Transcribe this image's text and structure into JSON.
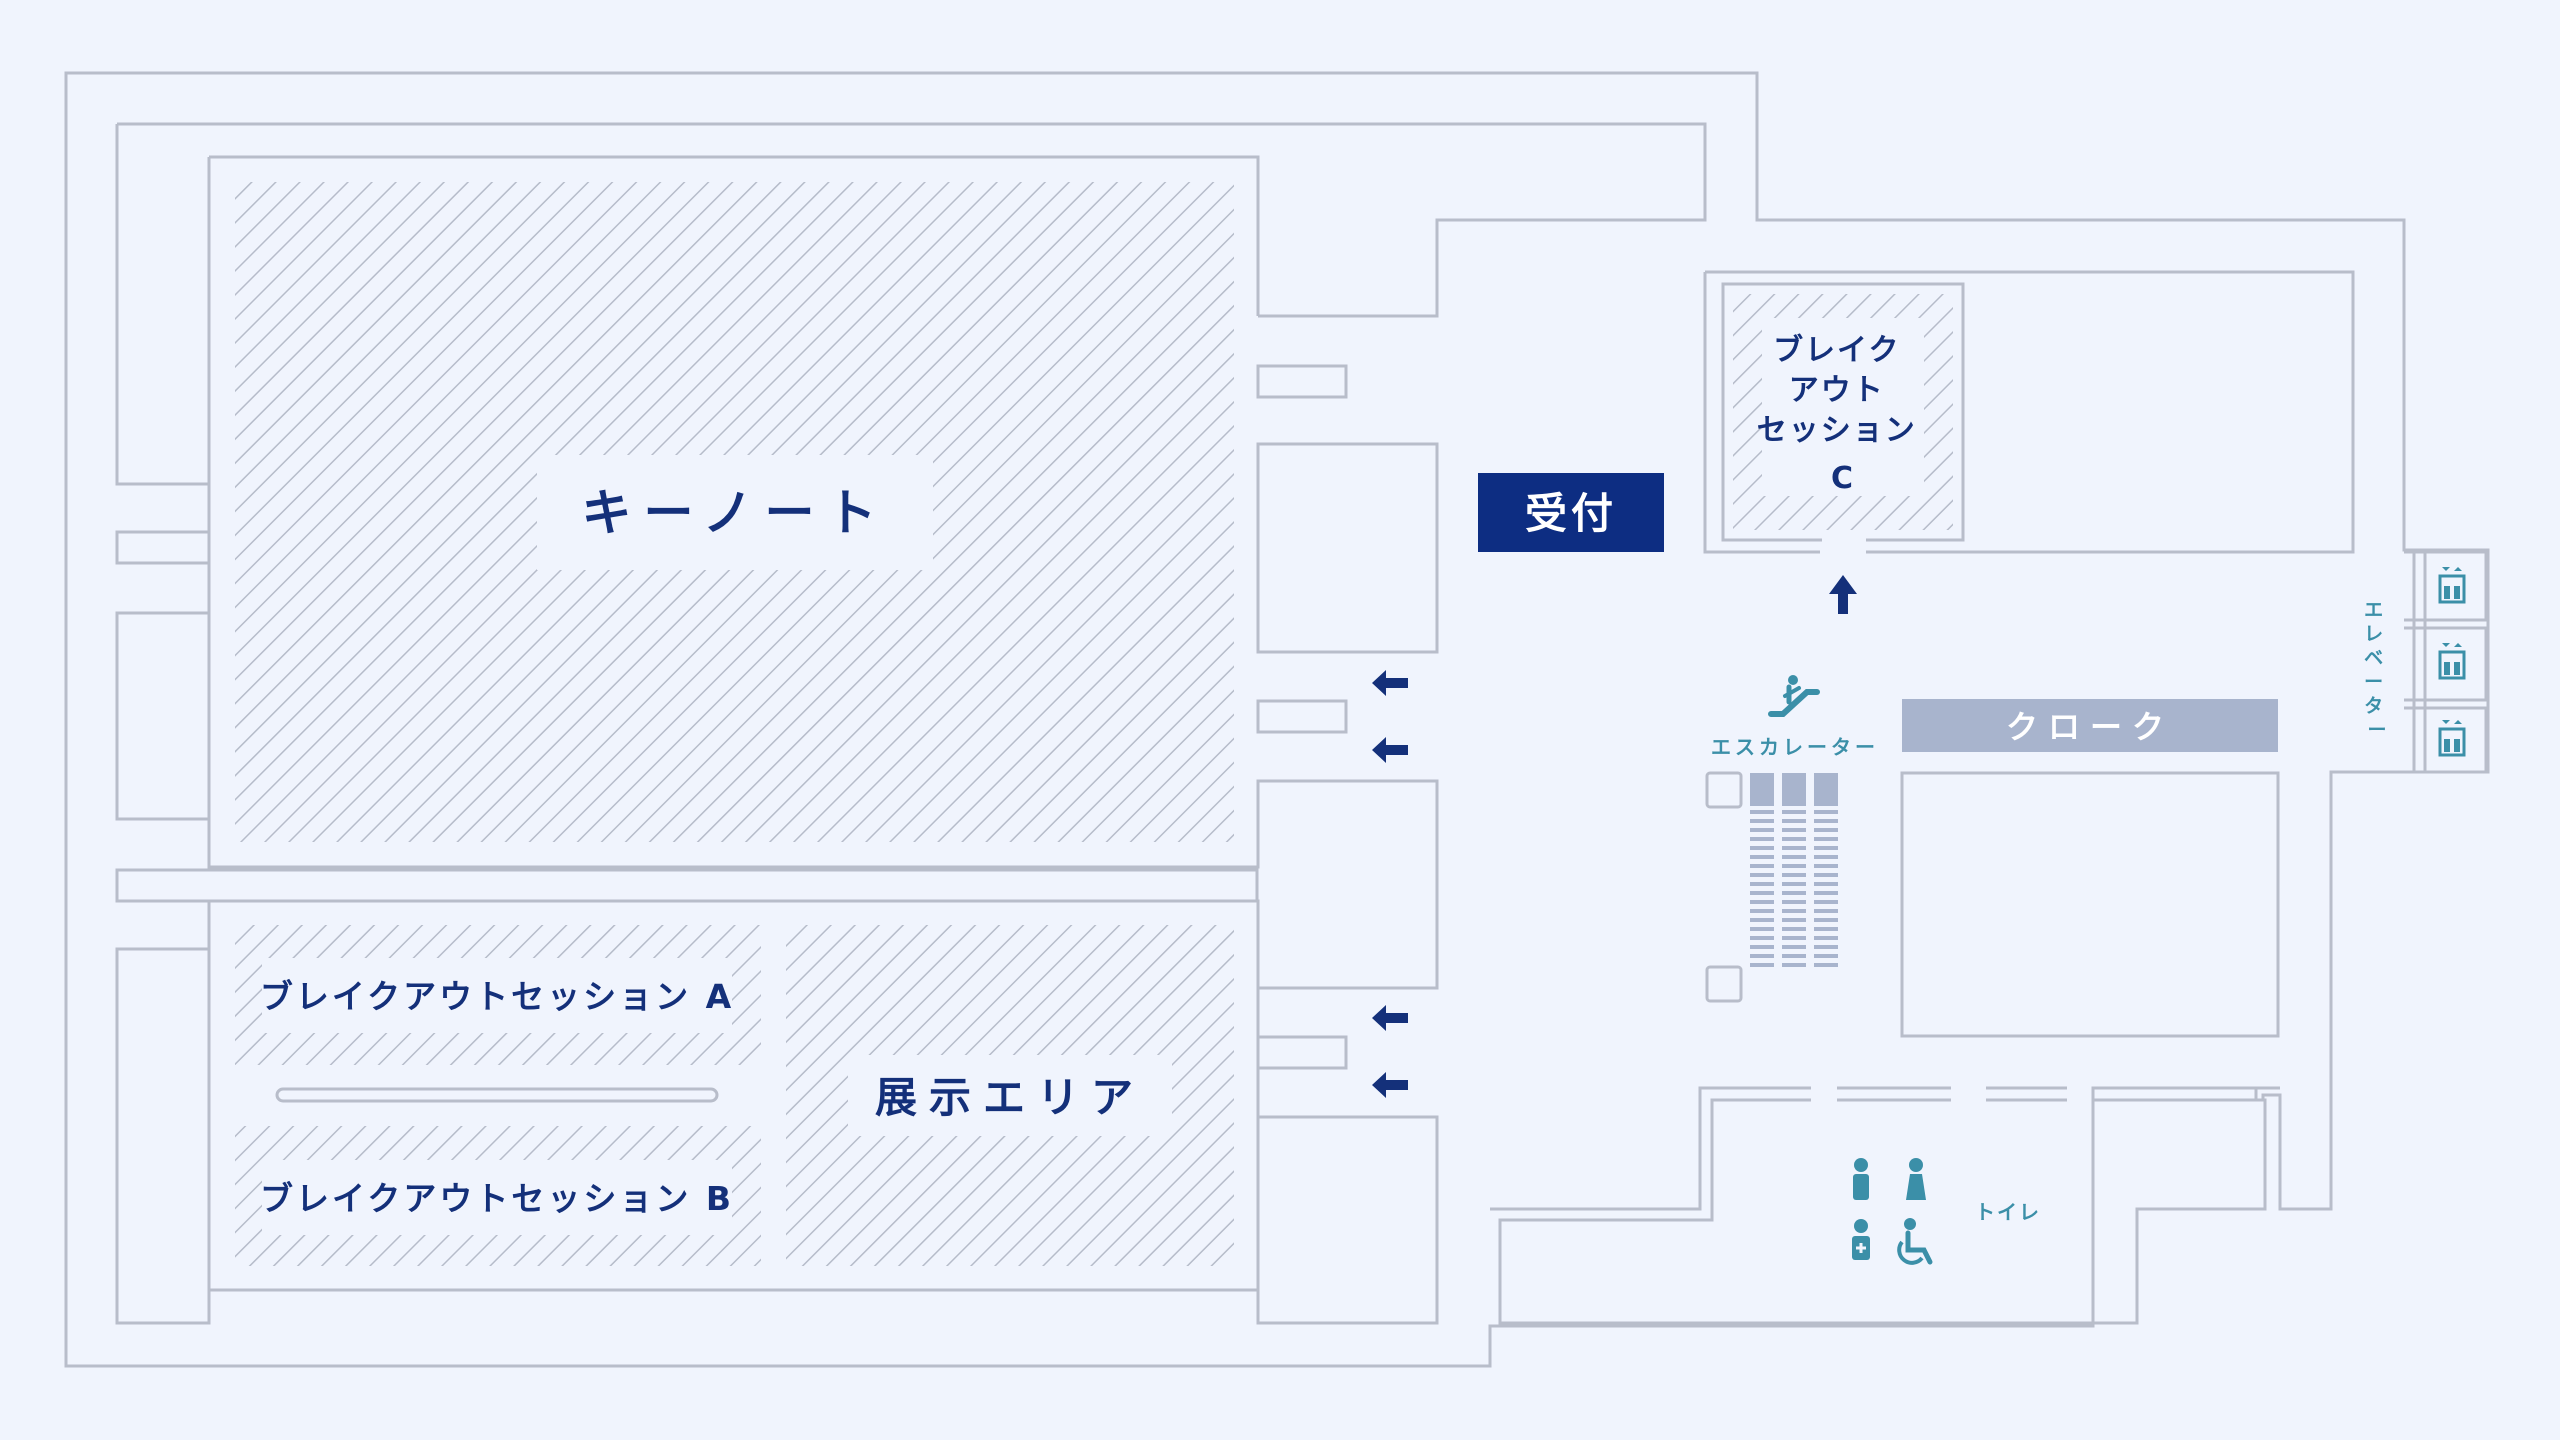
{
  "rooms": {
    "keynote": "キーノート",
    "breakout_a": "ブレイクアウトセッション A",
    "breakout_b": "ブレイクアウトセッション B",
    "breakout_c_lines": [
      "ブレイク",
      "アウト",
      "セッション",
      "C"
    ],
    "exhibition": "展示エリア",
    "reception": "受付",
    "cloak": "クローク"
  },
  "facilities": {
    "escalator": "エスカレーター",
    "elevator_chars": [
      "エ",
      "レ",
      "ベ",
      "ー",
      "タ",
      "ー"
    ],
    "toilet": "トイレ"
  },
  "icons": [
    "arrow-left-icon",
    "arrow-up-icon",
    "escalator-icon",
    "elevator-icon",
    "man-icon",
    "woman-icon",
    "baby-care-icon",
    "wheelchair-icon"
  ],
  "colors": {
    "background": "#f0f4fd",
    "wall": "#b8bdca",
    "hatch": "#b6bcca",
    "label": "#14307a",
    "reception_fill": "#0d2d82",
    "cloak_fill": "#a8b4cd",
    "facility_accent": "#3b8fa8"
  }
}
